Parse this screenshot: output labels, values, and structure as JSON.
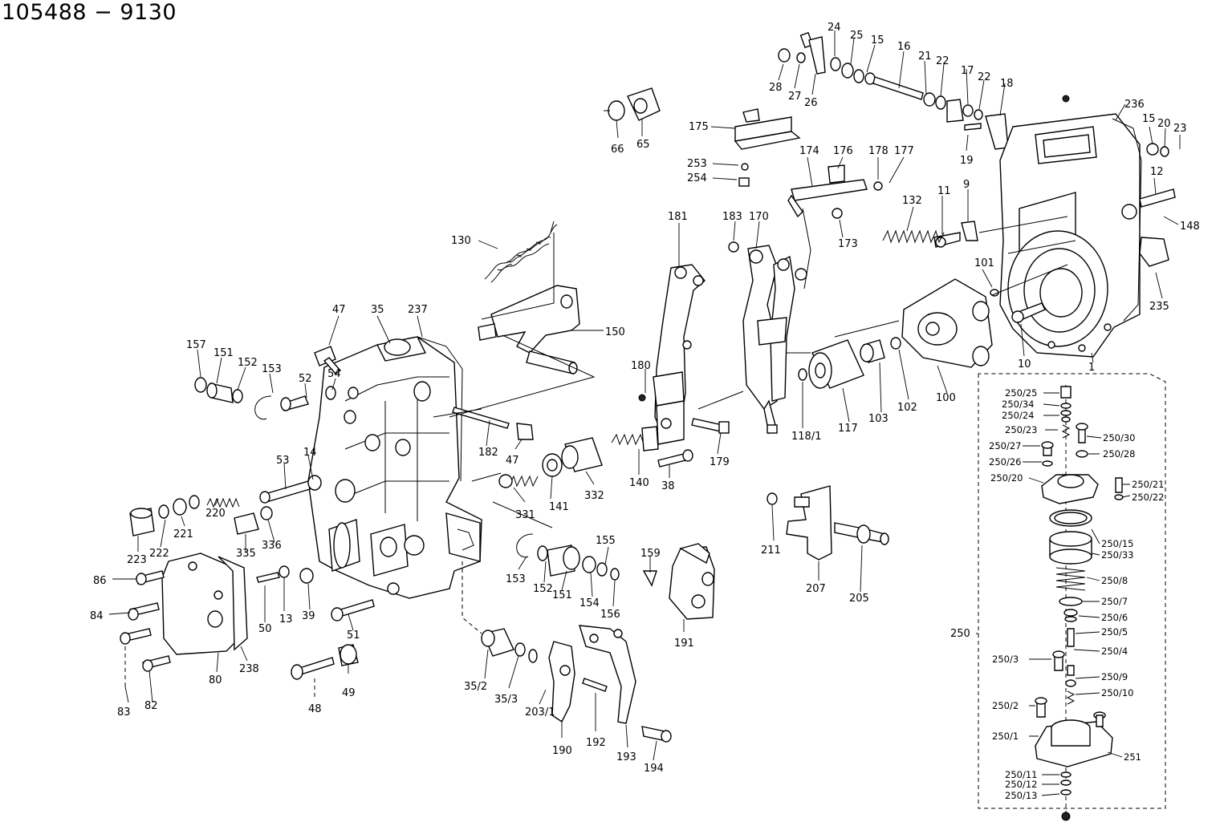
{
  "header": {
    "title": "105488 − 9130"
  },
  "labels": {
    "p24": "24",
    "p25": "25",
    "p15a": "15",
    "p16": "16",
    "p21": "21",
    "p22a": "22",
    "p17": "17",
    "p22b": "22",
    "p18": "18",
    "p28": "28",
    "p27": "27",
    "p26": "26",
    "p19": "19",
    "p236": "236",
    "p15b": "15",
    "p20": "20",
    "p23": "23",
    "p12": "12",
    "p148": "148",
    "p235": "235",
    "p9": "9",
    "p11": "11",
    "p132": "132",
    "p101": "101",
    "p10": "10",
    "p1": "1",
    "p66": "66",
    "p65": "65",
    "p175": "175",
    "p253": "253",
    "p254": "254",
    "p174": "174",
    "p176": "176",
    "p178": "178",
    "p177": "177",
    "p173": "173",
    "p183": "183",
    "p170": "170",
    "p181": "181",
    "p130": "130",
    "p150": "150",
    "p47a": "47",
    "p35": "35",
    "p237": "237",
    "p157": "157",
    "p151a": "151",
    "p152a": "152",
    "p153a": "153",
    "p52": "52",
    "p54": "54",
    "p180": "180",
    "p182": "182",
    "p47b": "47",
    "p179": "179",
    "p38": "38",
    "p140": "140",
    "p332": "332",
    "p141": "141",
    "p331": "331",
    "p100": "100",
    "p102": "102",
    "p103": "103",
    "p117": "117",
    "p118_1": "118/1",
    "p53": "53",
    "p14": "14",
    "p220": "220",
    "p221": "221",
    "p222": "222",
    "p223": "223",
    "p335": "335",
    "p336": "336",
    "p86": "86",
    "p84": "84",
    "p83": "83",
    "p82": "82",
    "p80": "80",
    "p238": "238",
    "p50": "50",
    "p13": "13",
    "p39": "39",
    "p51": "51",
    "p48": "48",
    "p49": "49",
    "p153b": "153",
    "p152b": "152",
    "p151b": "151",
    "p154": "154",
    "p155": "155",
    "p156": "156",
    "p159": "159",
    "p191": "191",
    "p35_2": "35/2",
    "p35_3": "35/3",
    "p203_1": "203/1",
    "p190": "190",
    "p192": "192",
    "p193": "193",
    "p194": "194",
    "p211": "211",
    "p207": "207",
    "p205": "205",
    "g250_25": "250/25",
    "g250_34": "250/34",
    "g250_24": "250/24",
    "g250_23": "250/23",
    "g250_30": "250/30",
    "g250_27": "250/27",
    "g250_28": "250/28",
    "g250_26": "250/26",
    "g250_20": "250/20",
    "g250_21": "250/21",
    "g250_22": "250/22",
    "g250_15": "250/15",
    "g250_33": "250/33",
    "g250_8": "250/8",
    "g250_7": "250/7",
    "g250_6": "250/6",
    "g250_5": "250/5",
    "g250_4": "250/4",
    "g250_3": "250/3",
    "g250_9": "250/9",
    "g250_10": "250/10",
    "g250_2": "250/2",
    "g250_1": "250/1",
    "g251": "251",
    "g250_11": "250/11",
    "g250_12": "250/12",
    "g250_13": "250/13",
    "g250": "250"
  }
}
